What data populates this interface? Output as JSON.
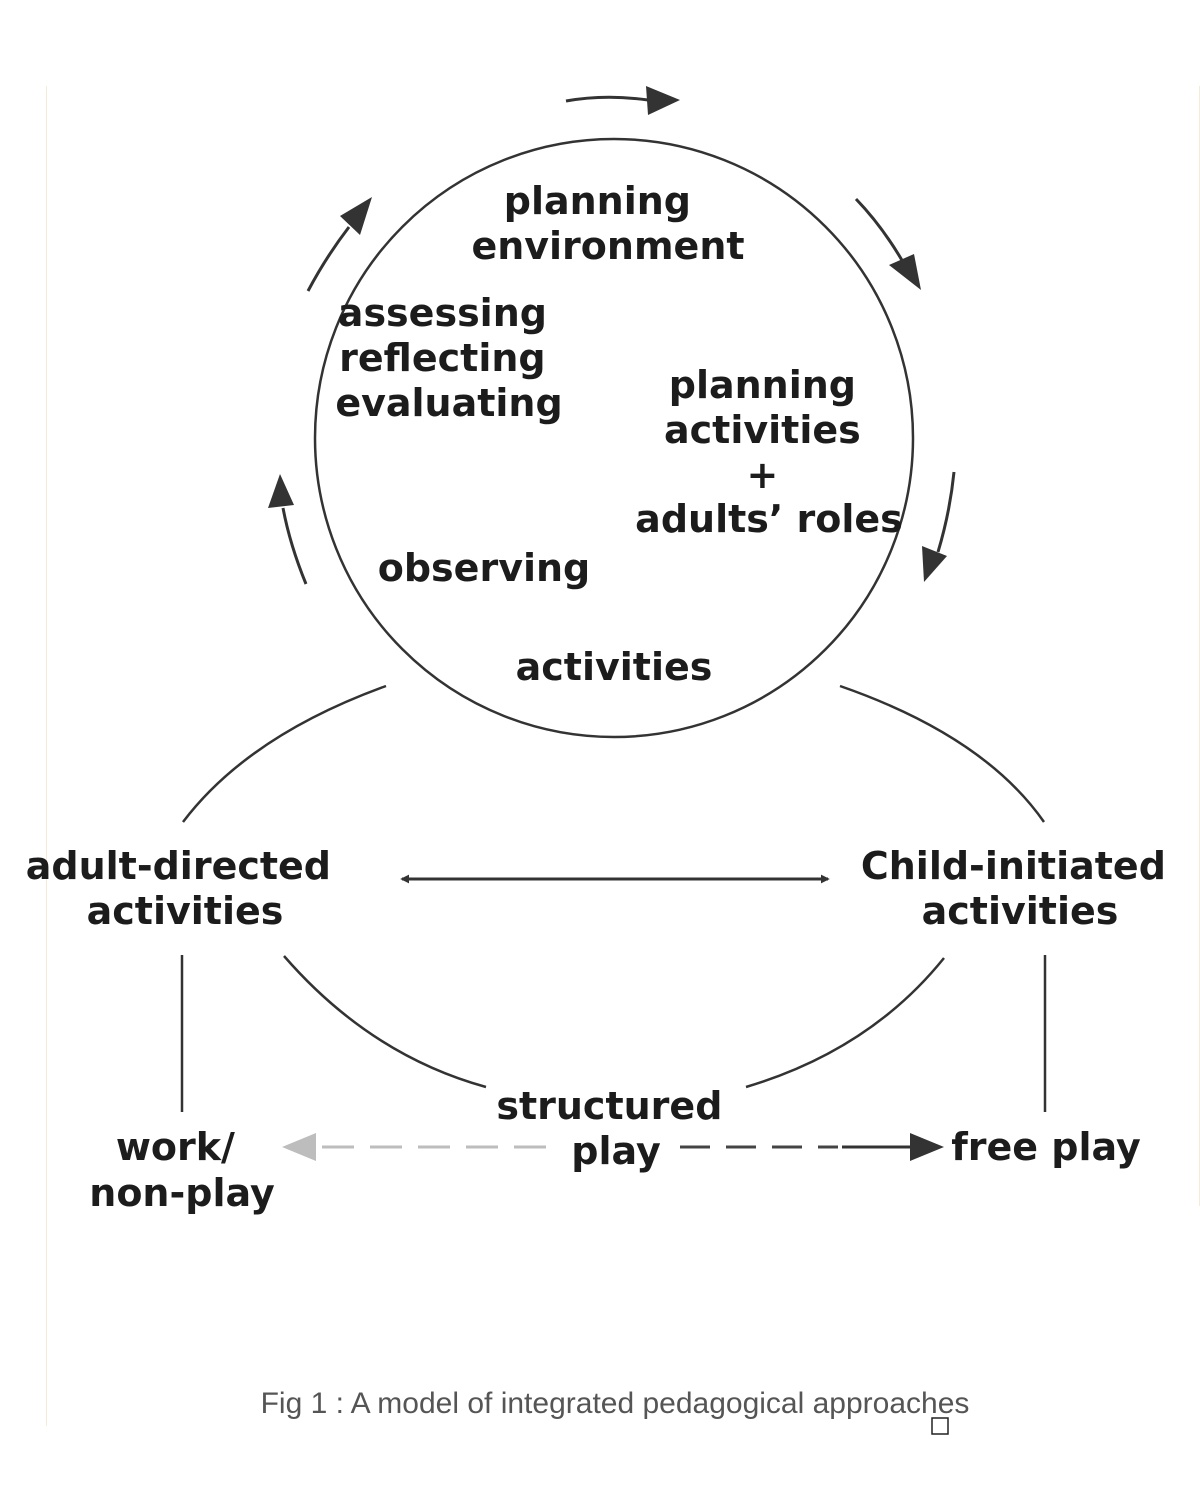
{
  "diagram": {
    "cycle": {
      "planning_environment": [
        "planning",
        "environment"
      ],
      "assessing": [
        "assessing",
        "reflecting",
        "evaluating"
      ],
      "planning_activities": [
        "planning",
        "activities",
        "+",
        "adults’ roles"
      ],
      "observing": "observing",
      "activities": "activities"
    },
    "adult_directed": [
      "adult-directed",
      "activities"
    ],
    "child_initiated": [
      "Child-initiated",
      "activities"
    ],
    "structured_play": [
      "structured",
      "play"
    ],
    "work_non_play": [
      "work/",
      "non-play"
    ],
    "free_play": "free play",
    "caption": "Fig 1 : A model of integrated pedagogical approaches"
  },
  "colors": {
    "line": "#333333",
    "faded_arrow": "#bdbdbd",
    "caption": "#555555"
  }
}
